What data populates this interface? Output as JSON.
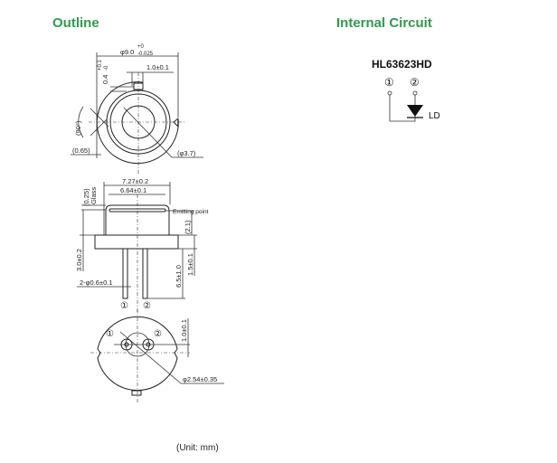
{
  "headings": {
    "outline": "Outline",
    "internal_circuit": "Internal Circuit"
  },
  "top_view": {
    "diameter": "φ9.0",
    "diameter_tol_plus": "+0",
    "diameter_tol_minus": "-0.025",
    "tab_width": "1.0±0.1",
    "tab_height": "0.4",
    "tab_tol_plus": "+0.1",
    "tab_tol_minus": "-0",
    "angle": "(90°)",
    "offset": "(0.65)",
    "window": "(φ3.7)"
  },
  "side_view": {
    "cap_outer": "7.27±0.2",
    "cap_inner": "6.64±0.1",
    "glass_thickness": "(0.25)",
    "glass_label": "Glass",
    "emitting_point": "Emitting point",
    "emit_height": "(2.1)",
    "height": "3.0±0.2",
    "lead_length": "6.5±1.0",
    "flange": "1.5±0.1",
    "lead_dia": "2-φ0.6±0.1",
    "pin1": "①",
    "pin2": "②"
  },
  "bottom_view": {
    "pin1": "①",
    "pin2": "②",
    "pin_offset": "1.0±0.1",
    "pitch": "φ2.54±0.35"
  },
  "circuit": {
    "part_number": "HL63623HD",
    "pin1": "①",
    "pin2": "②",
    "diode_label": "LD"
  },
  "unit_note": "(Unit: mm)"
}
